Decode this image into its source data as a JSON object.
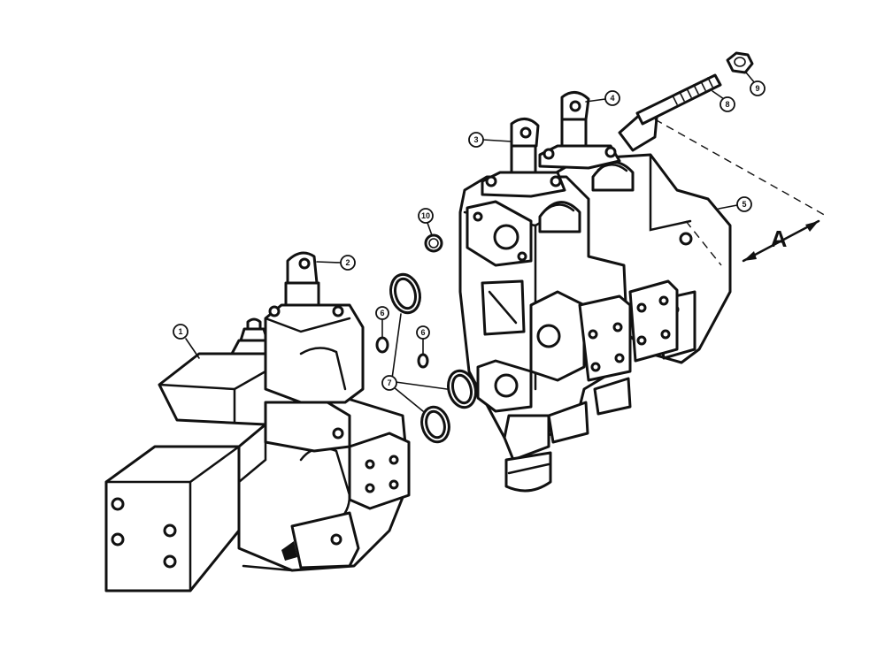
{
  "diagram": {
    "callouts": [
      {
        "id": "c1",
        "label": "1"
      },
      {
        "id": "c2",
        "label": "2"
      },
      {
        "id": "c3",
        "label": "3"
      },
      {
        "id": "c4",
        "label": "4"
      },
      {
        "id": "c5",
        "label": "5"
      },
      {
        "id": "c6a",
        "label": "6"
      },
      {
        "id": "c6b",
        "label": "6"
      },
      {
        "id": "c7",
        "label": "7"
      },
      {
        "id": "c8",
        "label": "8"
      },
      {
        "id": "c9",
        "label": "9"
      },
      {
        "id": "c10",
        "label": "10"
      }
    ],
    "dimension_label": "A"
  }
}
